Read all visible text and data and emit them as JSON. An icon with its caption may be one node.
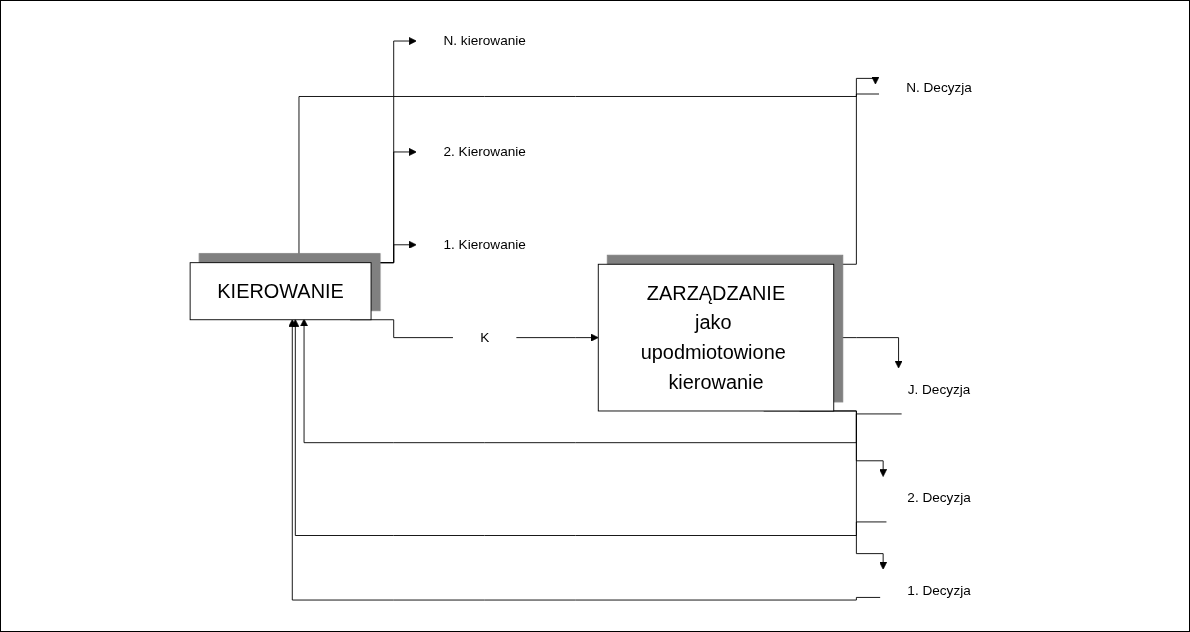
{
  "diagram": {
    "nodes": [
      {
        "text": [
          "KIEROWANIE"
        ]
      },
      {
        "text": [
          "N. kierowanie"
        ]
      },
      {
        "text": [
          "K"
        ]
      },
      {
        "text": [
          "ZARZĄDZANIE",
          "jako upodmiotowione kierowanie"
        ]
      },
      {
        "text": [
          "2. Kierowanie"
        ]
      },
      {
        "text": [
          "1. Kierowanie"
        ]
      },
      {
        "text": [
          "N. Decyzja"
        ]
      },
      {
        "text": [
          "J. Decyzja"
        ]
      },
      {
        "text": [
          "2. Decyzja"
        ]
      },
      {
        "text": [
          "1. Decyzja"
        ]
      }
    ],
    "edges": [
      {
        "from": 0,
        "to": 1,
        "arrow": "to"
      },
      {
        "from": 0,
        "to": 2,
        "arrow": "none"
      },
      {
        "from": 0,
        "to": 4,
        "arrow": "to"
      },
      {
        "from": 0,
        "to": 5,
        "arrow": "to"
      },
      {
        "from": 2,
        "to": 3,
        "arrow": "to"
      },
      {
        "from": 3,
        "to": 6,
        "arrow": "to"
      },
      {
        "from": 3,
        "to": 7,
        "arrow": "to"
      },
      {
        "from": 3,
        "to": 8,
        "arrow": "to"
      },
      {
        "from": 3,
        "to": 9,
        "arrow": "to"
      },
      {
        "from": 6,
        "to": 0,
        "arrow": "to"
      },
      {
        "from": 7,
        "to": 0,
        "arrow": "to"
      },
      {
        "from": 8,
        "to": 0,
        "arrow": "to"
      },
      {
        "from": 9,
        "to": 0,
        "arrow": "to"
      }
    ]
  }
}
